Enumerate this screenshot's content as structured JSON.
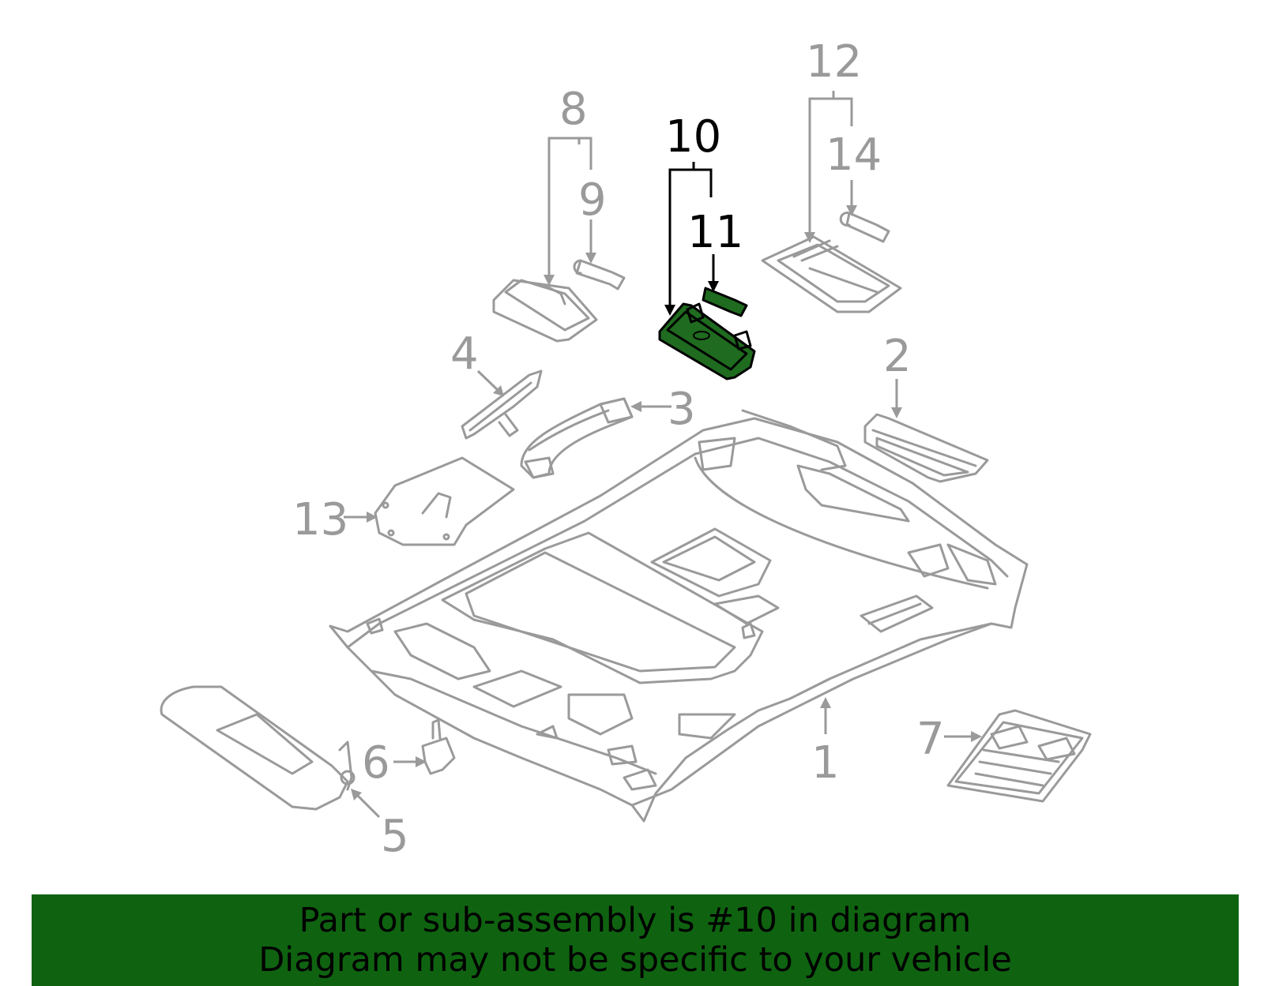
{
  "diagram": {
    "callouts": {
      "c1": "1",
      "c2": "2",
      "c3": "3",
      "c4": "4",
      "c5": "5",
      "c6": "6",
      "c7": "7",
      "c8": "8",
      "c9": "9",
      "c10": "10",
      "c11": "11",
      "c12": "12",
      "c13": "13",
      "c14": "14"
    },
    "highlighted_callout": "10",
    "colors": {
      "part_line": "#9a9a9a",
      "highlight_fill": "#1f6b1f",
      "highlight_text": "#000000",
      "banner_bg": "#0f6310"
    }
  },
  "banner": {
    "line1": "Part or sub-assembly is #10 in diagram",
    "line2": "Diagram may not be specific to your vehicle"
  }
}
